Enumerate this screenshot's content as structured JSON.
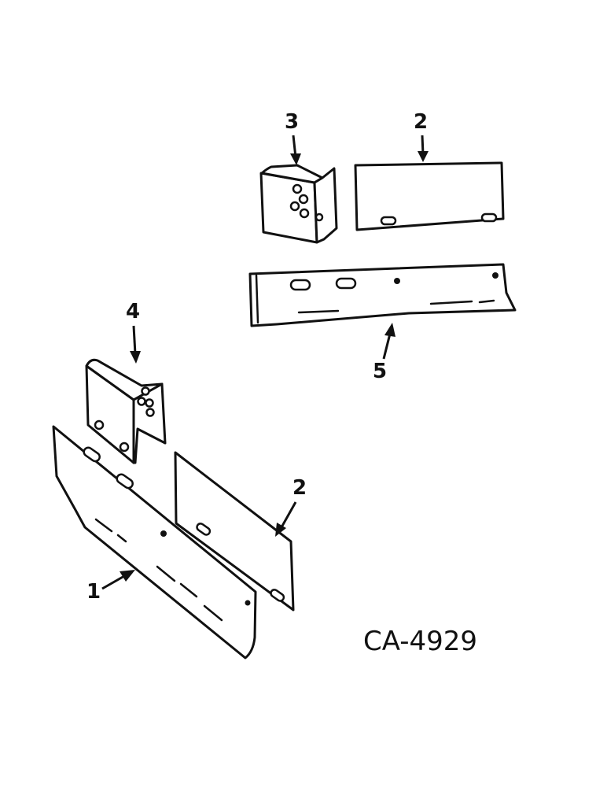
{
  "callouts": {
    "part_1": "1",
    "part_2_upper": "2",
    "part_2_lower": "2",
    "part_3": "3",
    "part_4": "4",
    "part_5": "5"
  },
  "figure_ref": "CA-4929"
}
